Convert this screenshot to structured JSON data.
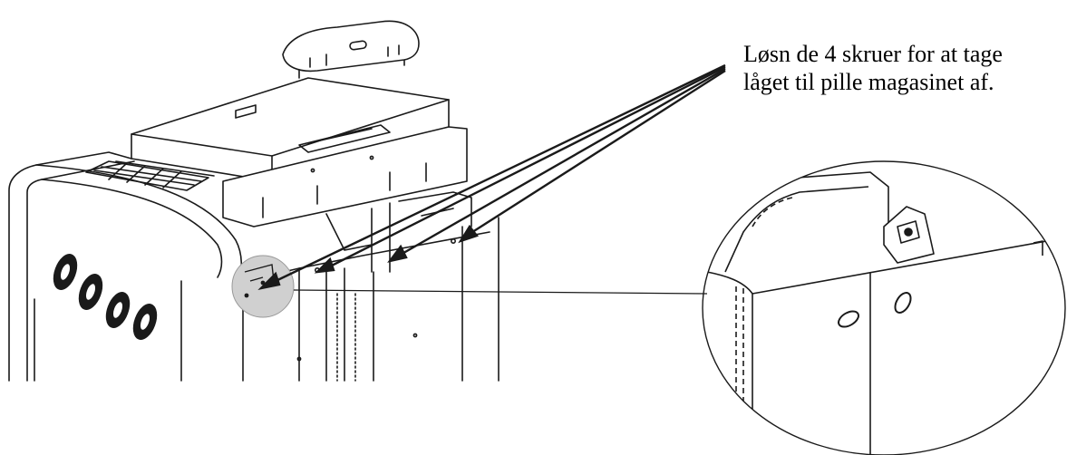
{
  "instruction": {
    "line1": "Løsn de 4 skruer for at tage",
    "line2": "låget til pille magasinet af."
  },
  "colors": {
    "line": "#1a1a1a",
    "highlight": "#d0d0d0",
    "background": "#ffffff"
  },
  "callout": {
    "screw_count": 4
  }
}
